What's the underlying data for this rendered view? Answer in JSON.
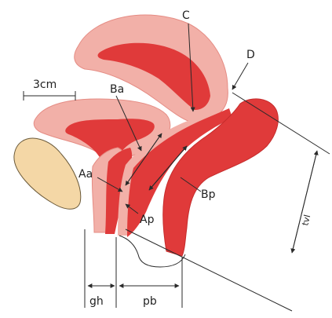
{
  "labels": {
    "C": "C",
    "D": "D",
    "Ba": "Ba",
    "Aa": "Aa",
    "Ap": "Ap",
    "Bp": "Bp",
    "scale": "3cm",
    "tvl": "tvl",
    "gh": "gh",
    "pb": "pb"
  },
  "colors": {
    "tissue_light": "#f2b0a8",
    "tissue_dark": "#e03a3a",
    "bone": "#f4d7a6",
    "background": "#ffffff"
  }
}
